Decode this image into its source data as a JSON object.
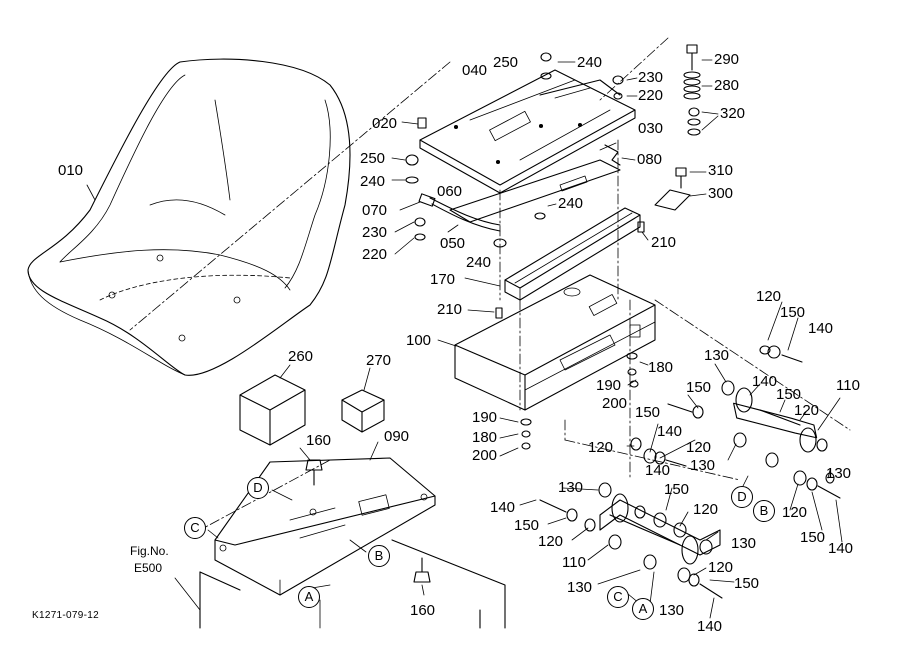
{
  "figure": {
    "fig_no_label": "Fig.No.",
    "fig_no_value": "E500",
    "drawing_code": "K1271-079-12"
  },
  "part_labels": {
    "p010": "010",
    "p020": "020",
    "p030": "030",
    "p040": "040",
    "p050": "050",
    "p060": "060",
    "p070": "070",
    "p080": "080",
    "p090": "090",
    "p100": "100",
    "p110a": "110",
    "p110b": "110",
    "p120a": "120",
    "p120b": "120",
    "p120c": "120",
    "p120d": "120",
    "p120e": "120",
    "p120f": "120",
    "p120g": "120",
    "p120h": "120",
    "p130a": "130",
    "p130b": "130",
    "p130c": "130",
    "p130d": "130",
    "p130e": "130",
    "p130f": "130",
    "p130g": "130",
    "p140a": "140",
    "p140b": "140",
    "p140c": "140",
    "p140d": "140",
    "p140e": "140",
    "p140f": "140",
    "p140g": "140",
    "p150a": "150",
    "p150b": "150",
    "p150c": "150",
    "p150d": "150",
    "p150e": "150",
    "p150f": "150",
    "p150g": "150",
    "p150h": "150",
    "p160a": "160",
    "p160b": "160",
    "p170": "170",
    "p180a": "180",
    "p180b": "180",
    "p190a": "190",
    "p190b": "190",
    "p200a": "200",
    "p200b": "200",
    "p210a": "210",
    "p210b": "210",
    "p220a": "220",
    "p220b": "220",
    "p230a": "230",
    "p230b": "230",
    "p240a": "240",
    "p240b": "240",
    "p240c": "240",
    "p240d": "240",
    "p250a": "250",
    "p250b": "250",
    "p260": "260",
    "p270": "270",
    "p280": "280",
    "p290": "290",
    "p300": "300",
    "p310": "310",
    "p320": "320"
  },
  "callouts": {
    "a1": "A",
    "a2": "A",
    "b1": "B",
    "b2": "B",
    "c1": "C",
    "c2": "C",
    "d1": "D",
    "d2": "D"
  }
}
